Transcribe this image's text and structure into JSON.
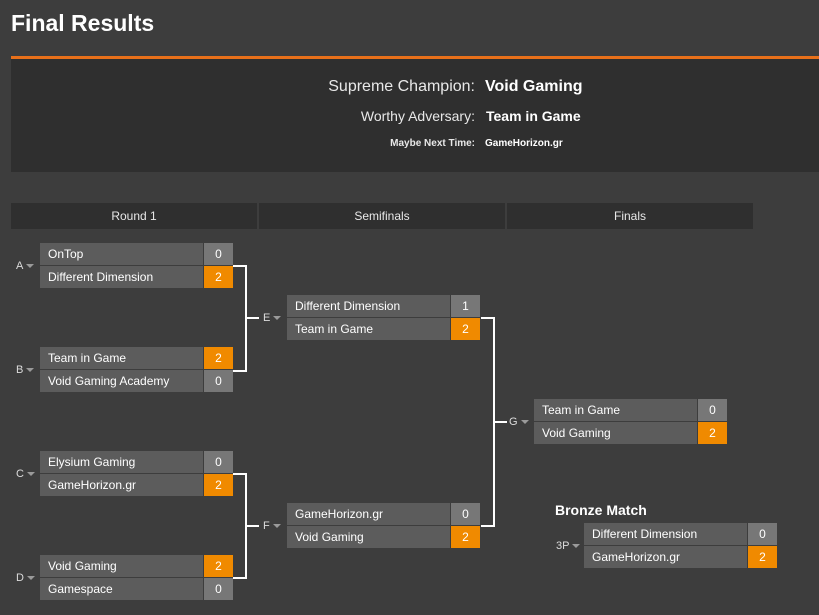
{
  "page_title": "Final Results",
  "summary": {
    "champion_label": "Supreme Champion:",
    "champion": "Void Gaming",
    "adversary_label": "Worthy Adversary:",
    "adversary": "Team in Game",
    "next_time_label": "Maybe Next Time:",
    "next_time": "GameHorizon.gr"
  },
  "rounds": [
    "Round 1",
    "Semifinals",
    "Finals"
  ],
  "matches": {
    "A": {
      "label": "A",
      "teams": [
        {
          "name": "OnTop",
          "score": "0"
        },
        {
          "name": "Different Dimension",
          "score": "2"
        }
      ]
    },
    "B": {
      "label": "B",
      "teams": [
        {
          "name": "Team in Game",
          "score": "2"
        },
        {
          "name": "Void Gaming Academy",
          "score": "0"
        }
      ]
    },
    "C": {
      "label": "C",
      "teams": [
        {
          "name": "Elysium Gaming",
          "score": "0"
        },
        {
          "name": "GameHorizon.gr",
          "score": "2"
        }
      ]
    },
    "D": {
      "label": "D",
      "teams": [
        {
          "name": "Void Gaming",
          "score": "2"
        },
        {
          "name": "Gamespace",
          "score": "0"
        }
      ]
    },
    "E": {
      "label": "E",
      "teams": [
        {
          "name": "Different Dimension",
          "score": "1"
        },
        {
          "name": "Team in Game",
          "score": "2"
        }
      ]
    },
    "F": {
      "label": "F",
      "teams": [
        {
          "name": "GameHorizon.gr",
          "score": "0"
        },
        {
          "name": "Void Gaming",
          "score": "2"
        }
      ]
    },
    "G": {
      "label": "G",
      "teams": [
        {
          "name": "Team in Game",
          "score": "0"
        },
        {
          "name": "Void Gaming",
          "score": "2"
        }
      ]
    },
    "3P": {
      "label": "3P",
      "teams": [
        {
          "name": "Different Dimension",
          "score": "0"
        },
        {
          "name": "GameHorizon.gr",
          "score": "2"
        }
      ]
    }
  },
  "bronze_title": "Bronze Match",
  "colors": {
    "accent": "#e8701a",
    "win_score": "#f08a00",
    "loss_score": "#777777",
    "background": "#3d3d3d"
  }
}
